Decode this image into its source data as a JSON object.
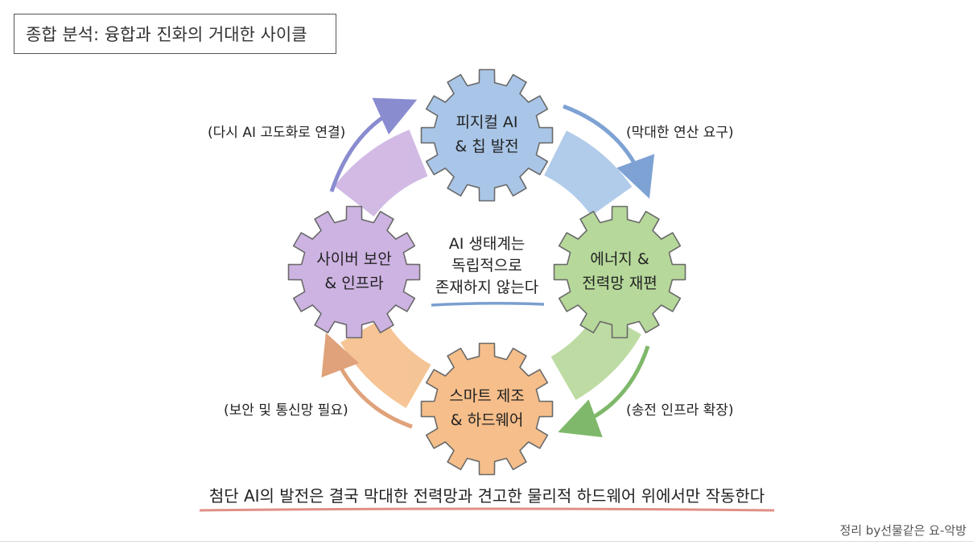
{
  "title": "종합 분석: 융합과 진화의 거대한 사이클",
  "center": {
    "line1": "AI 생태계는",
    "line2": "독립적으로",
    "line3": "존재하지 않는다"
  },
  "gears": [
    {
      "id": "top",
      "line1": "피지컬 AI",
      "line2": "& 칩 발전",
      "color": "#a9c6e8"
    },
    {
      "id": "right",
      "line1": "에너지 &",
      "line2": "전력망 재편",
      "color": "#b6d89a"
    },
    {
      "id": "bottom",
      "line1": "스마트 제조",
      "line2": "& 하드웨어",
      "color": "#f5be8a"
    },
    {
      "id": "left",
      "line1": "사이버 보안",
      "line2": "& 인프라",
      "color": "#cdb3e2"
    }
  ],
  "captions": {
    "top_left": "(다시 AI 고도화로 연결)",
    "top_right": "(막대한 연산 요구)",
    "bottom_right": "(송전 인프라 확장)",
    "bottom_left": "(보안 및 통신망 필요)"
  },
  "arrow_colors": {
    "top_left": "#8a8cd0",
    "top_right": "#7ea2d4",
    "bottom_right": "#7fb86a",
    "bottom_left": "#e0a27a"
  },
  "conclusion": "첨단 AI의 발전은 결국 막대한 전력망과 견고한 물리적 하드웨어 위에서만 작동한다",
  "credit": "정리 by선물같은 요-악방"
}
